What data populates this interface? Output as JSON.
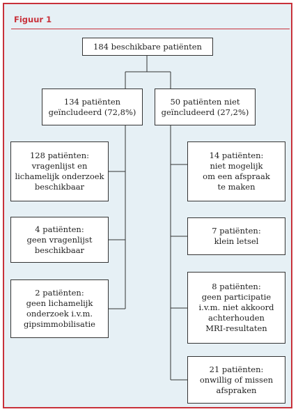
{
  "figure": {
    "title": "Figuur 1"
  },
  "nodes": {
    "root": "184 beschikbare patiënten",
    "included": "134 patiënten\ngeïncludeerd (72,8%)",
    "excluded": "50 patiënten niet\ngeïncludeerd (27,2%)",
    "inc_1": "128 patiënten:\nvragenlijst en\nlichamelijk onderzoek\nbeschikbaar",
    "inc_2": "4 patiënten:\ngeen vragenlijst\nbeschikbaar",
    "inc_3": "2 patiënten:\ngeen lichamelijk\nonderzoek i.v.m.\ngipsimmobilisatie",
    "exc_1": "14 patiënten:\nniet mogelijk\nom een afspraak\nte maken",
    "exc_2": "7 patiënten:\nklein letsel",
    "exc_3": "8 patiënten:\ngeen participatie\ni.v.m. niet akkoord\nachterhouden\nMRI-resultaten",
    "exc_4": "21 patiënten:\nonwillig of missen\nafspraken"
  },
  "colors": {
    "frame_border": "#c8313a",
    "title": "#c8313a",
    "background": "#e6f0f5",
    "box_fill": "#ffffff",
    "lines": "#333333"
  }
}
